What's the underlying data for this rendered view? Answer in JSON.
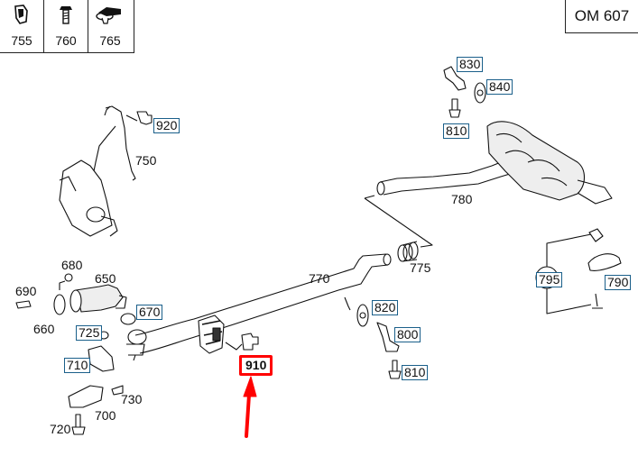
{
  "engine_code": "OM 607",
  "legend_tray": [
    {
      "part": "755",
      "icon": "clip-icon"
    },
    {
      "part": "760",
      "icon": "bolt-icon"
    },
    {
      "part": "765",
      "icon": "sensor-icon"
    }
  ],
  "plain_labels": {
    "750": "750",
    "780": "780",
    "775": "775",
    "770": "770",
    "680": "680",
    "650": "650",
    "690": "690",
    "660": "660",
    "730": "730",
    "700": "700",
    "720": "720"
  },
  "boxed_labels": {
    "830": "830",
    "840": "840",
    "810a": "810",
    "920": "920",
    "670": "670",
    "725": "725",
    "710": "710",
    "820": "820",
    "800": "800",
    "810b": "810",
    "795": "795",
    "790": "790"
  },
  "highlighted_part": "910",
  "colors": {
    "label_border": "#1a5f8a",
    "highlight": "#ff0000",
    "line": "#111111"
  }
}
